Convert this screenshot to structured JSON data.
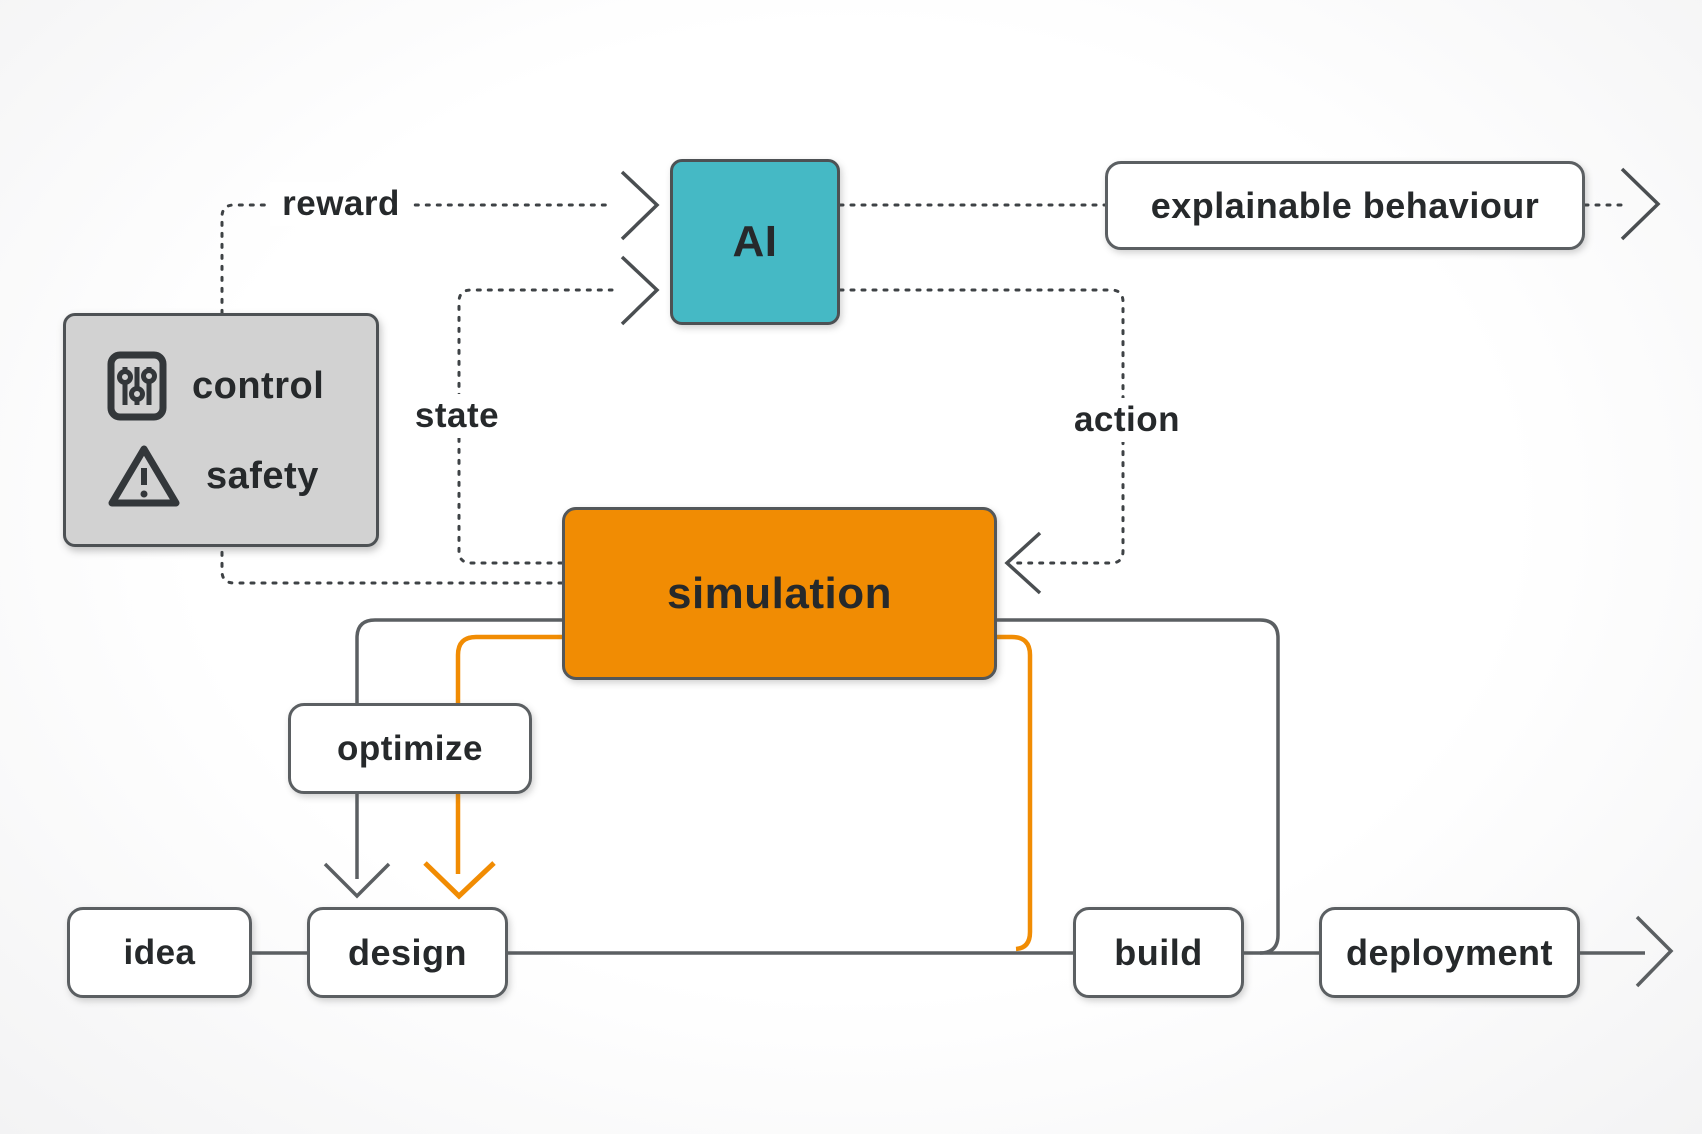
{
  "diagram": {
    "nodes": {
      "ai": "AI",
      "explainable": "explainable behaviour",
      "simulation": "simulation",
      "optimize": "optimize",
      "idea": "idea",
      "design": "design",
      "build": "build",
      "deployment": "deployment"
    },
    "panel": {
      "items": [
        {
          "icon": "sliders-icon",
          "label": "control"
        },
        {
          "icon": "warning-icon",
          "label": "safety"
        }
      ]
    },
    "edge_labels": {
      "reward": "reward",
      "state": "state",
      "action": "action"
    },
    "colors": {
      "accent_orange": "#f18c03",
      "accent_teal": "#45b9c5",
      "panel_gray": "#d2d2d2",
      "line_gray": "#5b5f62",
      "dotted_gray": "#3e4245",
      "text": "#26292b"
    }
  }
}
